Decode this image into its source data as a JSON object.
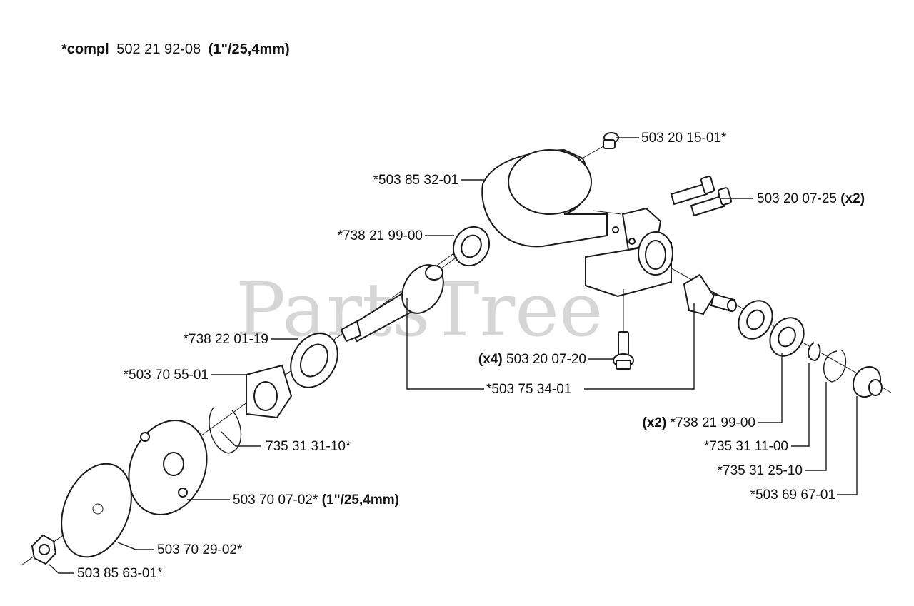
{
  "header": {
    "prefix": "*compl",
    "number": "502 21 92-08",
    "size": "(1\"/25,4mm)"
  },
  "watermark": "PartsTree",
  "labels": {
    "l1": {
      "text": "503 20 15-01*"
    },
    "l2": {
      "text": "*503 85 32-01"
    },
    "l3": {
      "text": "503 20 07-25",
      "suffix": "(x2)"
    },
    "l4": {
      "text": "*738 21 99-00"
    },
    "l5": {
      "text": "*738 22 01-19"
    },
    "l6": {
      "prefix": "(x4)",
      "text": "503 20 07-20"
    },
    "l7": {
      "text": "*503 70 55-01"
    },
    "l8": {
      "text": "*503 75 34-01"
    },
    "l9": {
      "prefix": "(x2)",
      "text": "*738 21 99-00"
    },
    "l10": {
      "text": "735 31 31-10*"
    },
    "l11": {
      "text": "*735 31 11-00"
    },
    "l12": {
      "text": "*735 31 25-10"
    },
    "l13": {
      "text": "503 70 07-02*",
      "suffix": "(1\"/25,4mm)"
    },
    "l14": {
      "text": "*503 69 67-01"
    },
    "l15": {
      "text": "503 70 29-02*"
    },
    "l16": {
      "text": "503 85 63-01*"
    }
  }
}
